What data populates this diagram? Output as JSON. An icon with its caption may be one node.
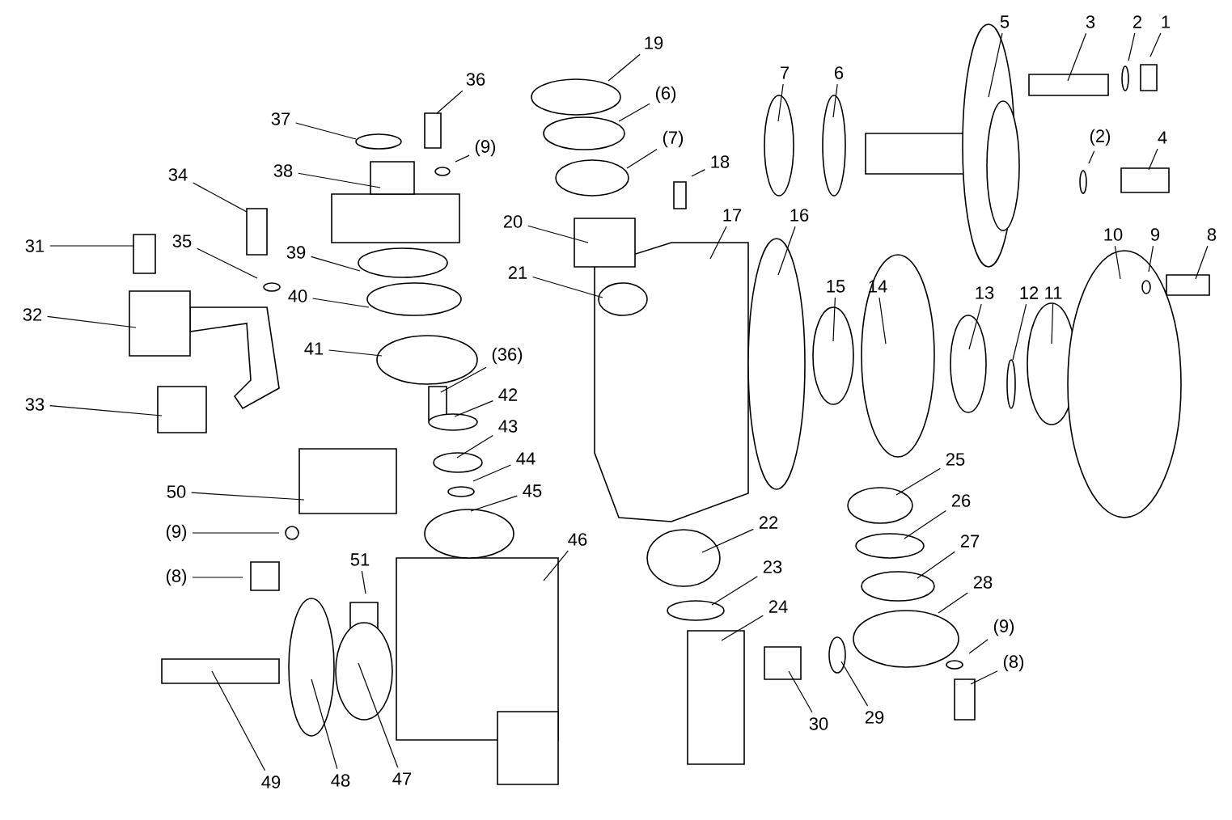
{
  "diagram": {
    "nodes": [
      {
        "text": [
          "1"
        ]
      },
      {
        "text": [
          "2"
        ]
      },
      {
        "text": [
          "3"
        ]
      },
      {
        "text": [
          "5"
        ]
      },
      {
        "text": [
          "19"
        ]
      },
      {
        "text": [
          "36"
        ]
      },
      {
        "text": [
          "6"
        ]
      },
      {
        "text": [
          "7"
        ]
      },
      {
        "text": [
          "(6)"
        ]
      },
      {
        "text": [
          "37"
        ]
      },
      {
        "text": [
          "(7)"
        ]
      },
      {
        "text": [
          "(2)"
        ]
      },
      {
        "text": [
          "4"
        ]
      },
      {
        "text": [
          "(9)"
        ]
      },
      {
        "text": [
          "18"
        ]
      },
      {
        "text": [
          "38"
        ]
      },
      {
        "text": [
          "34"
        ]
      },
      {
        "text": [
          "17"
        ]
      },
      {
        "text": [
          "16"
        ]
      },
      {
        "text": [
          "20"
        ]
      },
      {
        "text": [
          "10"
        ]
      },
      {
        "text": [
          "9"
        ]
      },
      {
        "text": [
          "8"
        ]
      },
      {
        "text": [
          "35"
        ]
      },
      {
        "text": [
          "31"
        ]
      },
      {
        "text": [
          "39"
        ]
      },
      {
        "text": [
          "21"
        ]
      },
      {
        "text": [
          "15"
        ]
      },
      {
        "text": [
          "14"
        ]
      },
      {
        "text": [
          "13"
        ]
      },
      {
        "text": [
          "12"
        ]
      },
      {
        "text": [
          "11"
        ]
      },
      {
        "text": [
          "40"
        ]
      },
      {
        "text": [
          "32"
        ]
      },
      {
        "text": [
          "41"
        ]
      },
      {
        "text": [
          "(36)"
        ]
      },
      {
        "text": [
          "42"
        ]
      },
      {
        "text": [
          "33"
        ]
      },
      {
        "text": [
          "43"
        ]
      },
      {
        "text": [
          "44"
        ]
      },
      {
        "text": [
          "25"
        ]
      },
      {
        "text": [
          "45"
        ]
      },
      {
        "text": [
          "50"
        ]
      },
      {
        "text": [
          "26"
        ]
      },
      {
        "text": [
          "22"
        ]
      },
      {
        "text": [
          "(9)"
        ]
      },
      {
        "text": [
          "46"
        ]
      },
      {
        "text": [
          "27"
        ]
      },
      {
        "text": [
          "51"
        ]
      },
      {
        "text": [
          "23"
        ]
      },
      {
        "text": [
          "(8)"
        ]
      },
      {
        "text": [
          "28"
        ]
      },
      {
        "text": [
          "24"
        ]
      },
      {
        "text": [
          "(9)"
        ]
      },
      {
        "text": [
          "(8)"
        ]
      },
      {
        "text": [
          "29"
        ]
      },
      {
        "text": [
          "30"
        ]
      },
      {
        "text": [
          "47"
        ]
      },
      {
        "text": [
          "48"
        ]
      },
      {
        "text": [
          "49"
        ]
      }
    ],
    "edges": [
      {
        "from": 0,
        "to": null,
        "arrow": "none"
      },
      {
        "from": 1,
        "to": null,
        "arrow": "none"
      },
      {
        "from": 2,
        "to": null,
        "arrow": "none"
      },
      {
        "from": 3,
        "to": null,
        "arrow": "none"
      },
      {
        "from": 4,
        "to": null,
        "arrow": "none"
      },
      {
        "from": 5,
        "to": null,
        "arrow": "none"
      },
      {
        "from": 6,
        "to": null,
        "arrow": "none"
      },
      {
        "from": 7,
        "to": null,
        "arrow": "none"
      },
      {
        "from": 8,
        "to": null,
        "arrow": "none"
      },
      {
        "from": 9,
        "to": null,
        "arrow": "none"
      },
      {
        "from": 10,
        "to": null,
        "arrow": "none"
      },
      {
        "from": 11,
        "to": null,
        "arrow": "none"
      },
      {
        "from": 12,
        "to": null,
        "arrow": "none"
      },
      {
        "from": 13,
        "to": null,
        "arrow": "none"
      },
      {
        "from": 14,
        "to": null,
        "arrow": "none"
      },
      {
        "from": 15,
        "to": null,
        "arrow": "none"
      },
      {
        "from": 16,
        "to": null,
        "arrow": "none"
      },
      {
        "from": 17,
        "to": null,
        "arrow": "none"
      },
      {
        "from": 18,
        "to": null,
        "arrow": "none"
      },
      {
        "from": 19,
        "to": null,
        "arrow": "none"
      },
      {
        "from": 20,
        "to": null,
        "arrow": "none"
      },
      {
        "from": 21,
        "to": null,
        "arrow": "none"
      },
      {
        "from": 22,
        "to": null,
        "arrow": "none"
      },
      {
        "from": 23,
        "to": null,
        "arrow": "none"
      },
      {
        "from": 24,
        "to": null,
        "arrow": "none"
      },
      {
        "from": 25,
        "to": null,
        "arrow": "none"
      },
      {
        "from": 26,
        "to": null,
        "arrow": "none"
      },
      {
        "from": 27,
        "to": null,
        "arrow": "none"
      },
      {
        "from": 28,
        "to": null,
        "arrow": "none"
      },
      {
        "from": 29,
        "to": null,
        "arrow": "none"
      },
      {
        "from": 30,
        "to": null,
        "arrow": "none"
      },
      {
        "from": 31,
        "to": null,
        "arrow": "none"
      },
      {
        "from": 32,
        "to": null,
        "arrow": "none"
      },
      {
        "from": 33,
        "to": null,
        "arrow": "none"
      },
      {
        "from": 34,
        "to": null,
        "arrow": "none"
      },
      {
        "from": 35,
        "to": null,
        "arrow": "none"
      },
      {
        "from": 36,
        "to": null,
        "arrow": "none"
      },
      {
        "from": 37,
        "to": null,
        "arrow": "none"
      },
      {
        "from": 38,
        "to": null,
        "arrow": "none"
      },
      {
        "from": 39,
        "to": null,
        "arrow": "none"
      },
      {
        "from": 40,
        "to": null,
        "arrow": "none"
      },
      {
        "from": 41,
        "to": null,
        "arrow": "none"
      },
      {
        "from": 42,
        "to": null,
        "arrow": "none"
      },
      {
        "from": 43,
        "to": null,
        "arrow": "none"
      },
      {
        "from": 44,
        "to": null,
        "arrow": "none"
      },
      {
        "from": 45,
        "to": null,
        "arrow": "none"
      },
      {
        "from": 46,
        "to": null,
        "arrow": "none"
      },
      {
        "from": 47,
        "to": null,
        "arrow": "none"
      },
      {
        "from": 48,
        "to": null,
        "arrow": "none"
      },
      {
        "from": 49,
        "to": null,
        "arrow": "none"
      },
      {
        "from": 50,
        "to": null,
        "arrow": "none"
      },
      {
        "from": 51,
        "to": null,
        "arrow": "none"
      },
      {
        "from": 52,
        "to": null,
        "arrow": "none"
      },
      {
        "from": 53,
        "to": null,
        "arrow": "none"
      },
      {
        "from": 54,
        "to": null,
        "arrow": "none"
      },
      {
        "from": 55,
        "to": null,
        "arrow": "none"
      },
      {
        "from": 56,
        "to": null,
        "arrow": "none"
      },
      {
        "from": 57,
        "to": null,
        "arrow": "none"
      },
      {
        "from": 58,
        "to": null,
        "arrow": "none"
      },
      {
        "from": 59,
        "to": null,
        "arrow": "none"
      }
    ]
  }
}
